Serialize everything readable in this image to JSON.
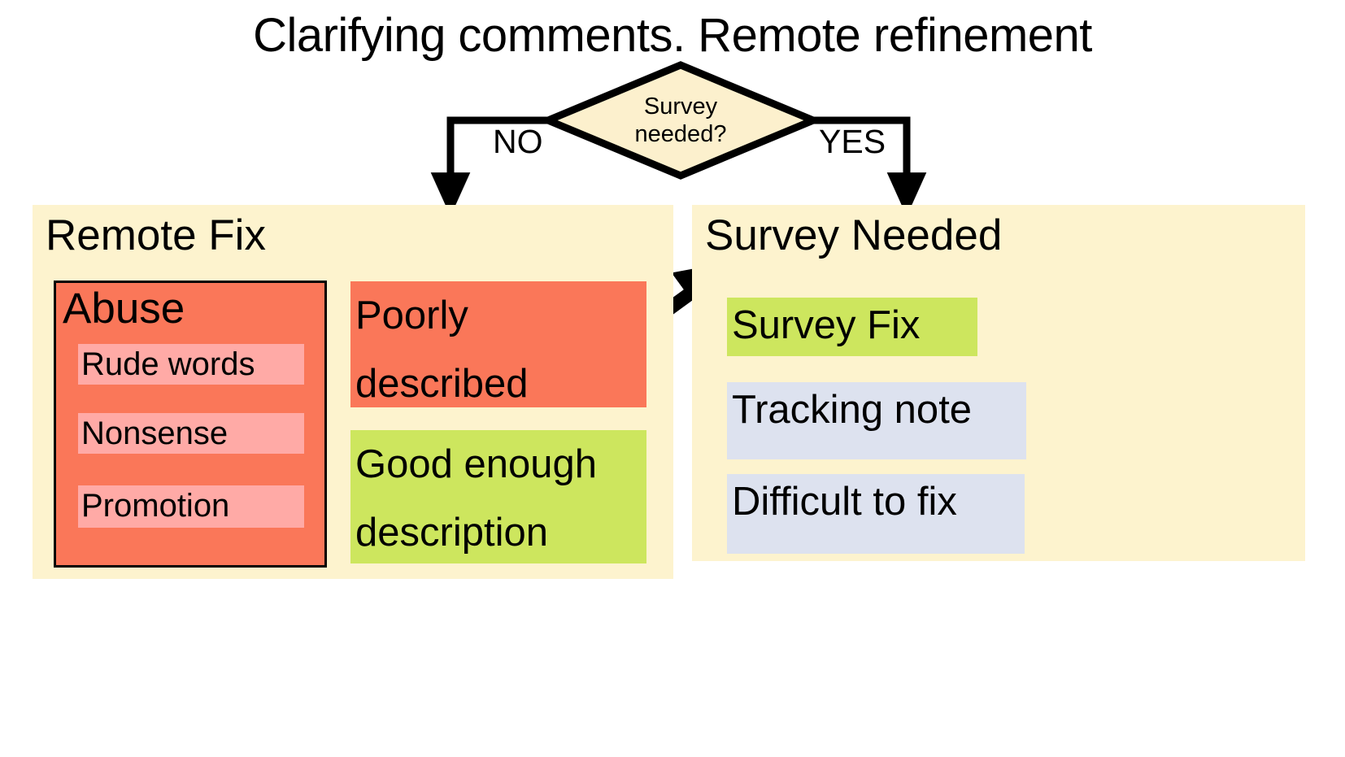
{
  "title": "Clarifying comments. Remote refinement",
  "decision": {
    "name": "survey-needed-decision",
    "line1": "Survey",
    "line2": "needed?",
    "fill": "#fcf0cd",
    "stroke": "#000000"
  },
  "branches": {
    "no_label": "NO",
    "yes_label": "YES"
  },
  "panels": [
    {
      "id": "remote-fix",
      "title": "Remote Fix",
      "background": "#fdf3ce",
      "nodes": [
        {
          "id": "abuse",
          "label": "Abuse",
          "color": "#fa7759",
          "bordered": true,
          "children": [
            {
              "id": "rude-words",
              "label": "Rude words",
              "color": "#ffaaa6"
            },
            {
              "id": "nonsense",
              "label": "Nonsense",
              "color": "#ffaaa6"
            },
            {
              "id": "promotion",
              "label": "Promotion",
              "color": "#ffaaa6"
            }
          ]
        },
        {
          "id": "poorly-described",
          "label_line1": "Poorly",
          "label_line2": "described",
          "color": "#fa7759"
        },
        {
          "id": "good-enough-description",
          "label_line1": "Good enough",
          "label_line2": "description",
          "color": "#cde65e"
        }
      ]
    },
    {
      "id": "survey-needed",
      "title": "Survey Needed",
      "background": "#fdf3ce",
      "nodes": [
        {
          "id": "survey-fix",
          "label": "Survey Fix",
          "color": "#cde65e"
        },
        {
          "id": "tracking-note",
          "label": "Tracking note",
          "color": "#dde2ef"
        },
        {
          "id": "difficult-to-fix",
          "label": "Difficult to fix",
          "color": "#dde2ef"
        }
      ]
    }
  ],
  "connectors": [
    {
      "id": "no-branch",
      "from": "survey-needed-decision",
      "to": "remote-fix",
      "label": "NO"
    },
    {
      "id": "yes-branch",
      "from": "survey-needed-decision",
      "to": "survey-needed",
      "label": "YES"
    },
    {
      "id": "poorly-to-good",
      "from": "poorly-described",
      "to": "good-enough-description",
      "label": ""
    },
    {
      "id": "poorly-to-survey",
      "from": "poorly-described",
      "to": "survey-needed",
      "label": ""
    }
  ]
}
